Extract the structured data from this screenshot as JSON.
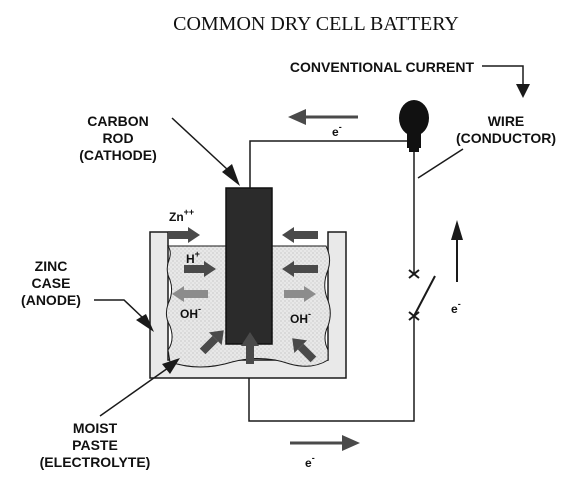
{
  "title": "COMMON DRY CELL BATTERY",
  "labels": {
    "conventional_current": "CONVENTIONAL CURRENT",
    "carbon_rod": [
      "CARBON",
      "ROD",
      "(CATHODE)"
    ],
    "wire": [
      "WIRE",
      "(CONDUCTOR)"
    ],
    "zinc_case": [
      "ZINC",
      "CASE",
      "(ANODE)"
    ],
    "moist_paste": [
      "MOIST",
      "PASTE",
      "(ELECTROLYTE)"
    ]
  },
  "ions": {
    "zinc": {
      "base": "Zn",
      "charge": "++"
    },
    "hydrogen": {
      "base": "H",
      "charge": "+"
    },
    "hydroxide": {
      "base": "OH",
      "charge": "-"
    }
  },
  "electron": {
    "base": "e",
    "charge": "-"
  },
  "colors": {
    "line": "#1a1a1a",
    "rod": "#2b2b2b",
    "paste": "#e6e6e6",
    "arrow_dark": "#4a4a4a",
    "arrow_light": "#8c8c8c"
  },
  "icons": [
    "light-bulb-icon",
    "switch-icon"
  ]
}
